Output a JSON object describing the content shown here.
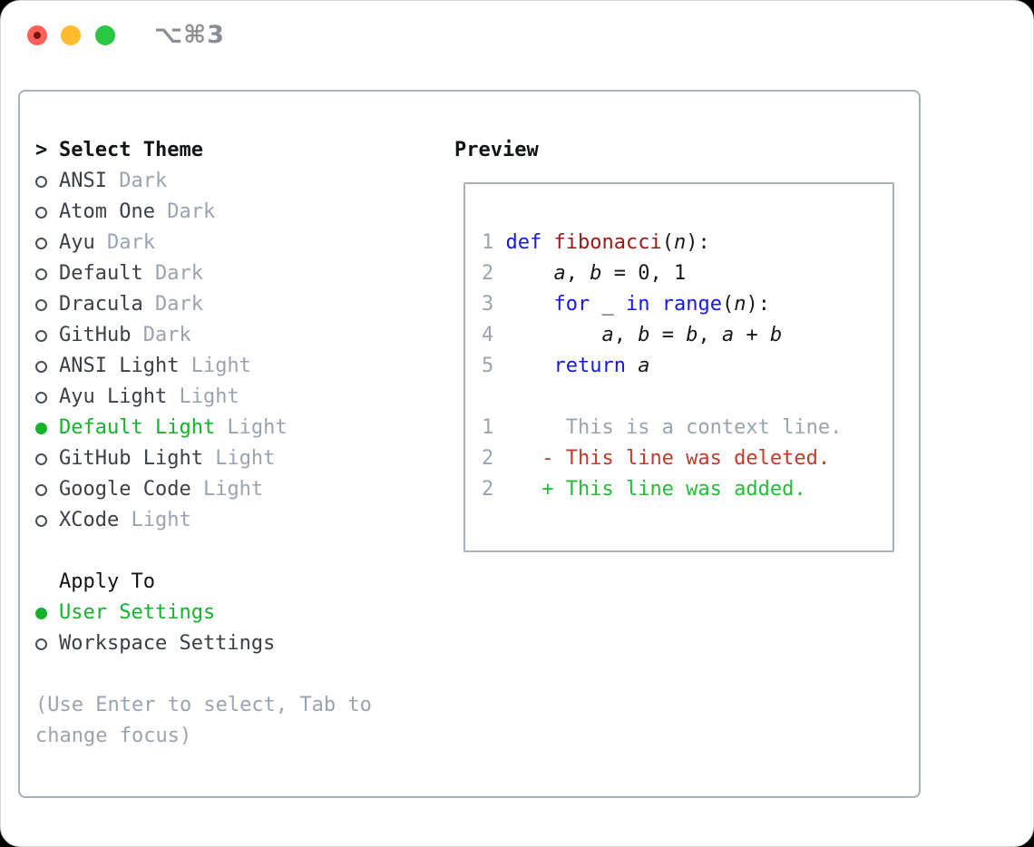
{
  "titlebar": {
    "shortcut_label": "⌥⌘3"
  },
  "theme_select": {
    "prompt": ">",
    "title": "Select Theme",
    "items": [
      {
        "name": "ANSI",
        "variant": "Dark",
        "selected": false
      },
      {
        "name": "Atom One",
        "variant": "Dark",
        "selected": false
      },
      {
        "name": "Ayu",
        "variant": "Dark",
        "selected": false
      },
      {
        "name": "Default",
        "variant": "Dark",
        "selected": false
      },
      {
        "name": "Dracula",
        "variant": "Dark",
        "selected": false
      },
      {
        "name": "GitHub",
        "variant": "Dark",
        "selected": false
      },
      {
        "name": "ANSI Light",
        "variant": "Light",
        "selected": false
      },
      {
        "name": "Ayu Light",
        "variant": "Light",
        "selected": false
      },
      {
        "name": "Default Light",
        "variant": "Light",
        "selected": true
      },
      {
        "name": "GitHub Light",
        "variant": "Light",
        "selected": false
      },
      {
        "name": "Google Code",
        "variant": "Light",
        "selected": false
      },
      {
        "name": "XCode",
        "variant": "Light",
        "selected": false
      }
    ]
  },
  "apply_to": {
    "title": "Apply To",
    "options": [
      {
        "label": "User Settings",
        "selected": true
      },
      {
        "label": "Workspace Settings",
        "selected": false
      }
    ]
  },
  "hint": "(Use Enter to select, Tab to change focus)",
  "preview": {
    "title": "Preview",
    "code_lines": [
      {
        "num": "1",
        "tokens": [
          [
            "kw",
            "def "
          ],
          [
            "fn",
            "fibonacci"
          ],
          [
            "pl",
            "("
          ],
          [
            "var",
            "n"
          ],
          [
            "pl",
            "):"
          ]
        ]
      },
      {
        "num": "2",
        "tokens": [
          [
            "pl",
            "    "
          ],
          [
            "var",
            "a"
          ],
          [
            "pl",
            ", "
          ],
          [
            "var",
            "b"
          ],
          [
            "pl",
            " = 0, 1"
          ]
        ]
      },
      {
        "num": "3",
        "tokens": [
          [
            "pl",
            "    "
          ],
          [
            "kw",
            "for"
          ],
          [
            "pl",
            " _ "
          ],
          [
            "kw",
            "in"
          ],
          [
            "pl",
            " "
          ],
          [
            "kw",
            "range"
          ],
          [
            "pl",
            "("
          ],
          [
            "var",
            "n"
          ],
          [
            "pl",
            "):"
          ]
        ]
      },
      {
        "num": "4",
        "tokens": [
          [
            "pl",
            "        "
          ],
          [
            "var",
            "a"
          ],
          [
            "pl",
            ", "
          ],
          [
            "var",
            "b"
          ],
          [
            "pl",
            " = "
          ],
          [
            "var",
            "b"
          ],
          [
            "pl",
            ", "
          ],
          [
            "var",
            "a"
          ],
          [
            "pl",
            " + "
          ],
          [
            "var",
            "b"
          ]
        ]
      },
      {
        "num": "5",
        "tokens": [
          [
            "pl",
            "    "
          ],
          [
            "kw",
            "return"
          ],
          [
            "pl",
            " "
          ],
          [
            "var",
            "a"
          ]
        ]
      }
    ],
    "diff_lines": [
      {
        "num": "1",
        "kind": "context",
        "text": "     This is a context line."
      },
      {
        "num": "2",
        "kind": "deleted",
        "text": "   - This line was deleted."
      },
      {
        "num": "2",
        "kind": "added",
        "text": "   + This line was added."
      }
    ]
  },
  "colors": {
    "accent_green": "#13b32b",
    "keyword_blue": "#1418e8",
    "function_red": "#a31414",
    "diff_deleted_red": "#c23a28",
    "diff_added_green": "#1fbf33",
    "muted_gray": "#9aa4b0",
    "item_text_dark": "#3b4046",
    "heading_black": "#111417",
    "border_gray": "#a8b0ba",
    "traffic_red": "#ff5f57",
    "traffic_yellow": "#febc2e",
    "traffic_green": "#28c840"
  }
}
